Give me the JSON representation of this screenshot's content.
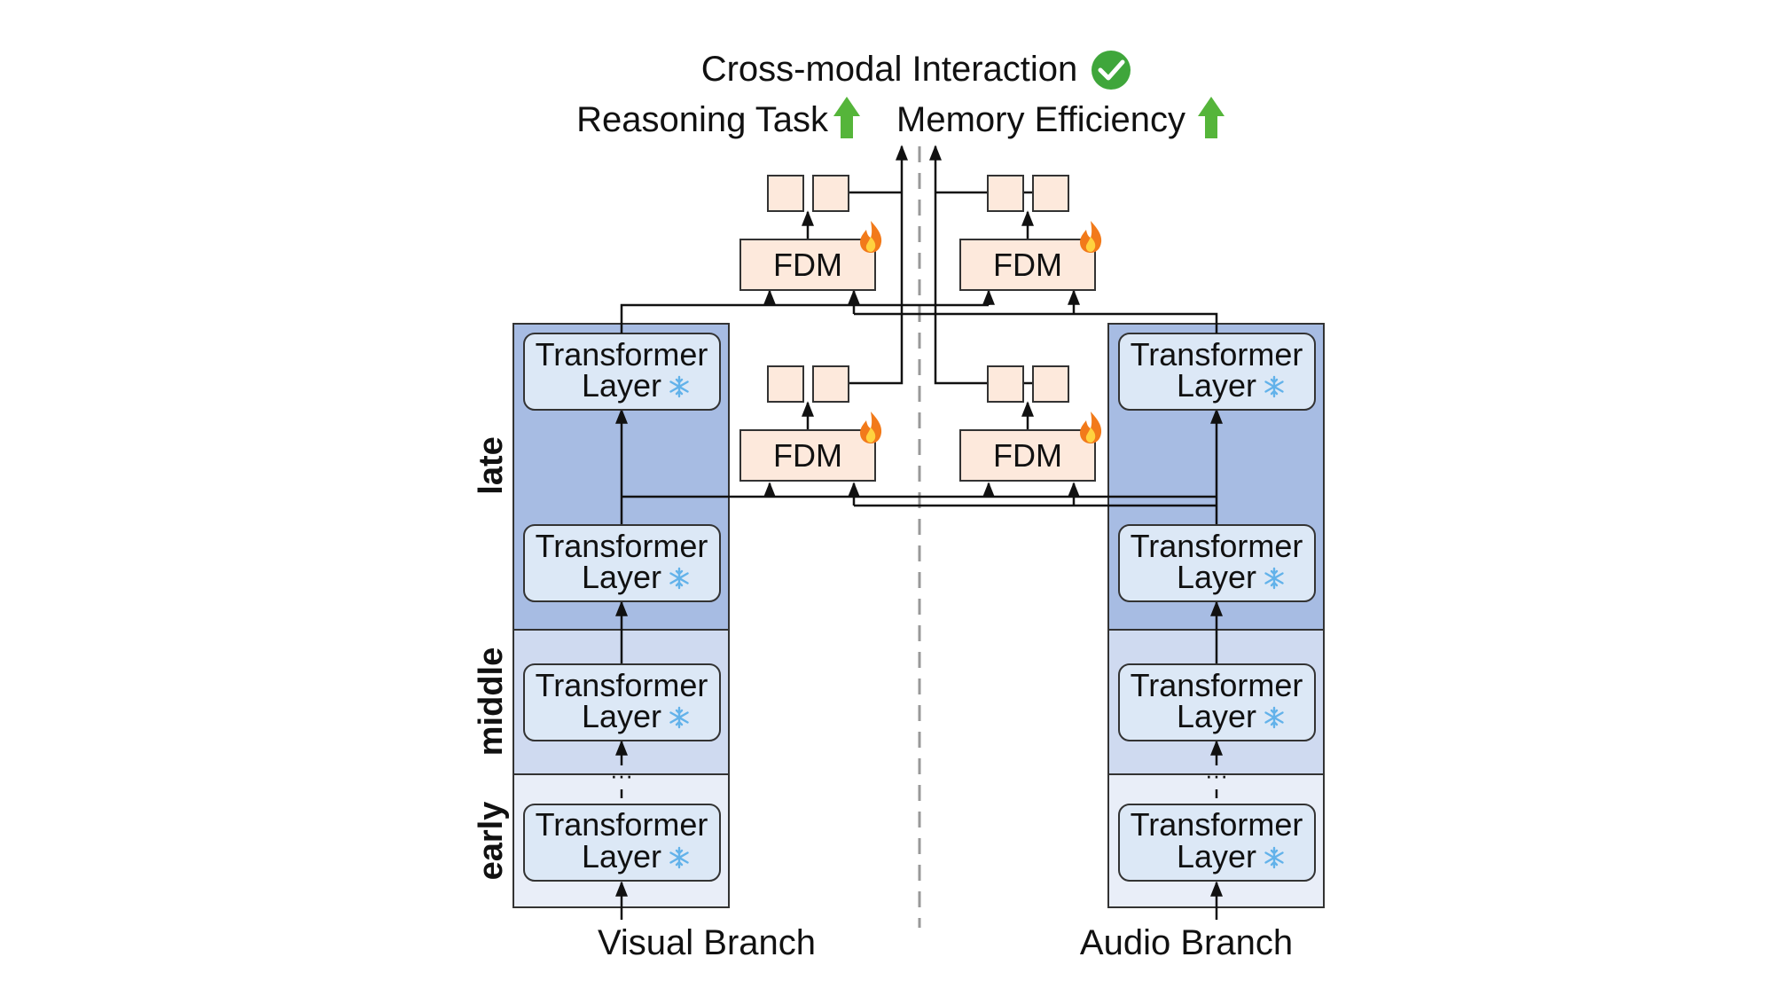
{
  "header": {
    "title": "Cross-modal Interaction",
    "left_metric": "Reasoning Task",
    "right_metric": "Memory Efficiency"
  },
  "stages": {
    "early": "early",
    "middle": "middle",
    "late": "late"
  },
  "layer": {
    "line1": "Transformer",
    "line2": "Layer"
  },
  "fdm": {
    "label": "FDM"
  },
  "ellipsis": "···",
  "branches": {
    "visual": "Visual Branch",
    "audio": "Audio Branch"
  },
  "colors": {
    "late": "#a7bce3",
    "middle": "#cfdaf0",
    "early": "#e9eef8",
    "layer_fill": "#dce8f6",
    "fdm_fill": "#fde9dc",
    "check": "#3fa63b",
    "arrow_up": "#55b53a",
    "snowflake": "#62b2ea",
    "fire": "#f27a1a"
  },
  "icons": {
    "status": "check-circle-icon",
    "increase": "green-up-arrow-icon",
    "frozen": "snowflake-icon",
    "trainable": "fire-icon"
  }
}
